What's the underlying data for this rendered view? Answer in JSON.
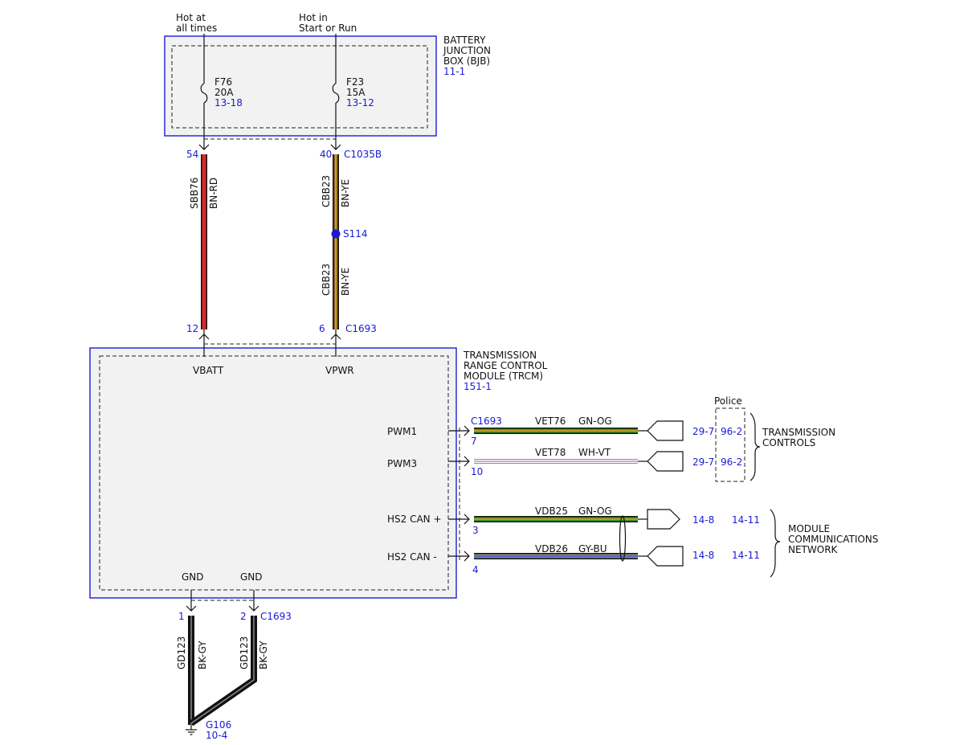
{
  "bjb": {
    "name_line1": "BATTERY",
    "name_line2": "JUNCTION",
    "name_line3": "BOX (BJB)",
    "ref": "11-1",
    "feed1_line1": "Hot at",
    "feed1_line2": "all times",
    "feed2_line1": "Hot in",
    "feed2_line2": "Start or Run",
    "fuse1": {
      "name": "F76",
      "rating": "20A",
      "ref": "13-18"
    },
    "fuse2": {
      "name": "F23",
      "rating": "15A",
      "ref": "13-12"
    },
    "pin1": "54",
    "pin2": "40",
    "connector": "C1035B"
  },
  "wires": {
    "sbb76": {
      "circuit": "SBB76",
      "color": "BN-RD"
    },
    "cbb23_upper": {
      "circuit": "CBB23",
      "color": "BN-YE"
    },
    "cbb23_lower": {
      "circuit": "CBB23",
      "color": "BN-YE"
    },
    "splice": "S114",
    "gd123_left": {
      "circuit": "GD123",
      "color": "BK-GY"
    },
    "gd123_right": {
      "circuit": "GD123",
      "color": "BK-GY"
    }
  },
  "trcm": {
    "name_line1": "TRANSMISSION",
    "name_line2": "RANGE CONTROL",
    "name_line3": "MODULE (TRCM)",
    "ref": "151-1",
    "pin_top1": "12",
    "pin_top2": "6",
    "top_connector": "C1693",
    "vbatt": "VBATT",
    "vpwr": "VPWR",
    "gnd1": "GND",
    "gnd2": "GND",
    "pin_bottom1": "1",
    "pin_bottom2": "2",
    "bottom_connector": "C1693",
    "right_connector": "C1693"
  },
  "signals": [
    {
      "label": "PWM1",
      "pin": "7",
      "circuit": "VET76",
      "color": "GN-OG",
      "ref1": "29-7",
      "ref2": "96-2"
    },
    {
      "label": "PWM3",
      "pin": "10",
      "circuit": "VET78",
      "color": "WH-VT",
      "ref1": "29-7",
      "ref2": "96-2"
    },
    {
      "label": "HS2 CAN +",
      "pin": "3",
      "circuit": "VDB25",
      "color": "GN-OG",
      "ref1": "14-8",
      "ref2": "14-11"
    },
    {
      "label": "HS2 CAN -",
      "pin": "4",
      "circuit": "VDB26",
      "color": "GY-BU",
      "ref1": "14-8",
      "ref2": "14-11"
    }
  ],
  "police": "Police",
  "trans_controls_line1": "TRANSMISSION",
  "trans_controls_line2": "CONTROLS",
  "mcn_line1": "MODULE",
  "mcn_line2": "COMMUNICATIONS",
  "mcn_line3": "NETWORK",
  "ground": {
    "name": "G106",
    "ref": "10-4"
  },
  "colors": {
    "module_border": "#2a2ad6",
    "ref_text": "#1a1ad6",
    "brown": "#8a5a2b",
    "red": "#d42a2a",
    "yellow": "#e8c400",
    "green": "#3a9a2a",
    "orange": "#f09a20",
    "white": "#ffffff",
    "violet": "#b070c0",
    "gray": "#8a8a8a",
    "blue": "#3a5ad6",
    "black": "#111111"
  }
}
